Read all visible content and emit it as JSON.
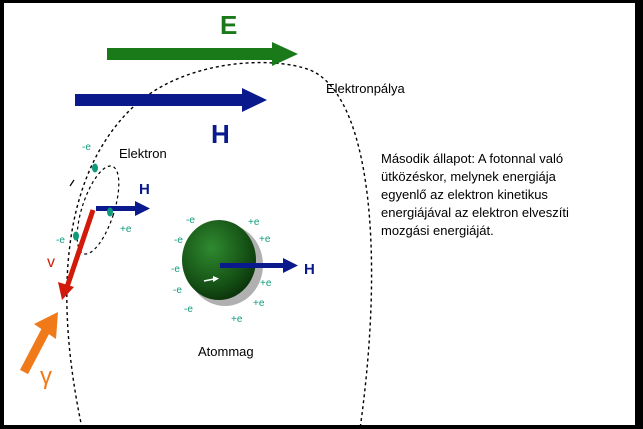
{
  "labels": {
    "E": "E",
    "H_large": "H",
    "H_small": "H",
    "H_nucleus": "H",
    "orbit": "Elektronpálya",
    "electron": "Elektron",
    "nucleus": "Atommag",
    "v": "v",
    "gamma": "γ",
    "neg": "-e",
    "pos": "+e"
  },
  "description": "Második állapot: A fotonnal való\nütközéskor, melynek energiája\negyenlő az elektron kinetikus\nenergiájával az elektron elveszíti\nmozgási energiáját.",
  "colors": {
    "background": "#000000",
    "panel": "#ffffff",
    "E_field": "#1a7a1a",
    "H_field": "#0a1a8c",
    "velocity": "#d11a0a",
    "photon": "#f07a1a",
    "charge": "#0f9a7a",
    "nucleus": "#1a5a1a"
  }
}
